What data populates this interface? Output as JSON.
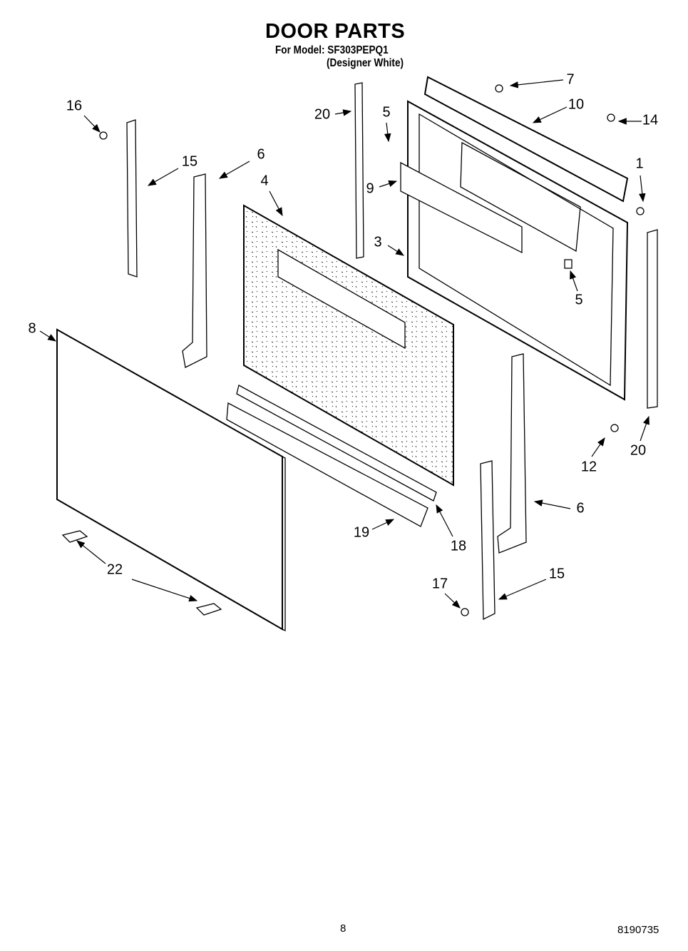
{
  "header": {
    "title": "DOOR PARTS",
    "model_line": "For Model: SF303PEPQ1",
    "color_line": "(Designer White)"
  },
  "callouts": [
    "16",
    "15",
    "6",
    "4",
    "20",
    "5",
    "9",
    "3",
    "7",
    "10",
    "14",
    "1",
    "5",
    "8",
    "12",
    "20",
    "6",
    "19",
    "18",
    "22",
    "15",
    "17"
  ],
  "footer": {
    "page_number": "8",
    "doc_number": "8190735"
  }
}
